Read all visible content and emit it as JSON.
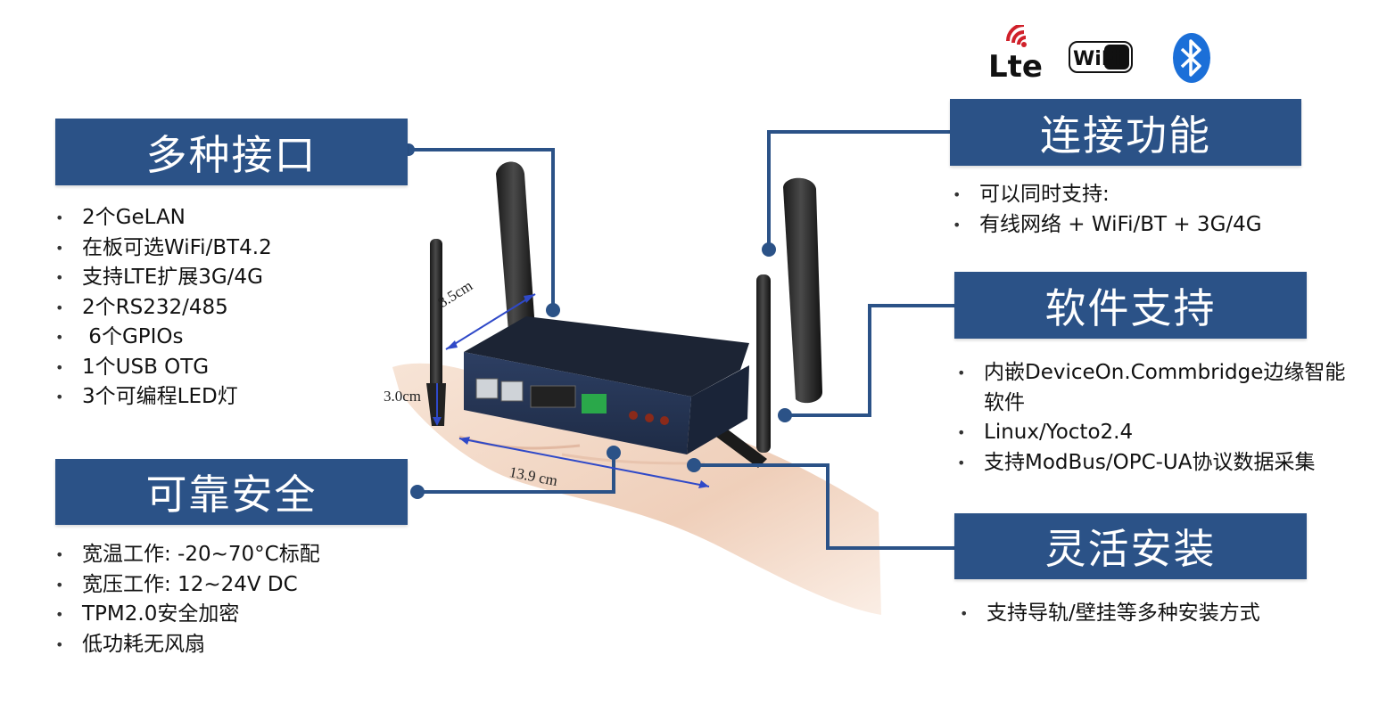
{
  "sections": {
    "interfaces": {
      "title": "多种接口",
      "items": [
        "2个GeLAN",
        "在板可选WiFi/BT4.2",
        "支持LTE扩展3G/4G",
        "2个RS232/485",
        " 6个GPIOs",
        "1个USB OTG",
        "3个可编程LED灯"
      ]
    },
    "reliability": {
      "title": "可靠安全",
      "items": [
        "宽温工作: -20~70°C标配",
        "宽压工作: 12~24V DC",
        "TPM2.0安全加密",
        "低功耗无风扇"
      ]
    },
    "connectivity": {
      "title": "连接功能",
      "items": [
        "可以同时支持:",
        "有线网络 + WiFi/BT + 3G/4G"
      ]
    },
    "software": {
      "title": "软件支持",
      "items": [
        "内嵌DeviceOn.Commbridge边缘智能软件",
        "Linux/Yocto2.4",
        "支持ModBus/OPC-UA协议数据采集"
      ]
    },
    "mounting": {
      "title": "灵活安装",
      "items": [
        "支持导轨/壁挂等多种安装方式"
      ]
    }
  },
  "logos": {
    "lte": "Lte",
    "wifi": "WiFi",
    "bluetooth": "bluetooth-icon"
  },
  "dimensions": {
    "depth": "8.5cm",
    "height": "3.0cm",
    "width": "13.9 cm"
  },
  "colors": {
    "banner": "#2b5287",
    "connector": "#2b5287",
    "dimension_arrow": "#2f49c8"
  }
}
